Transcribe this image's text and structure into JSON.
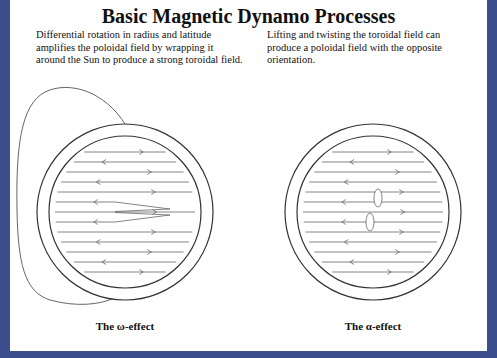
{
  "diagram": {
    "title": "Basic Magnetic Dynamo Processes",
    "labels": [
      "Differential rotation in radius and latitude amplifies the poloidal field by wrapping it around the Sun to produce a strong toroidal field.",
      "Lifting and twisting the toroidal field can produce a poloidal field with the opposite orientation.",
      "The ω-effect",
      "The α-effect"
    ]
  }
}
